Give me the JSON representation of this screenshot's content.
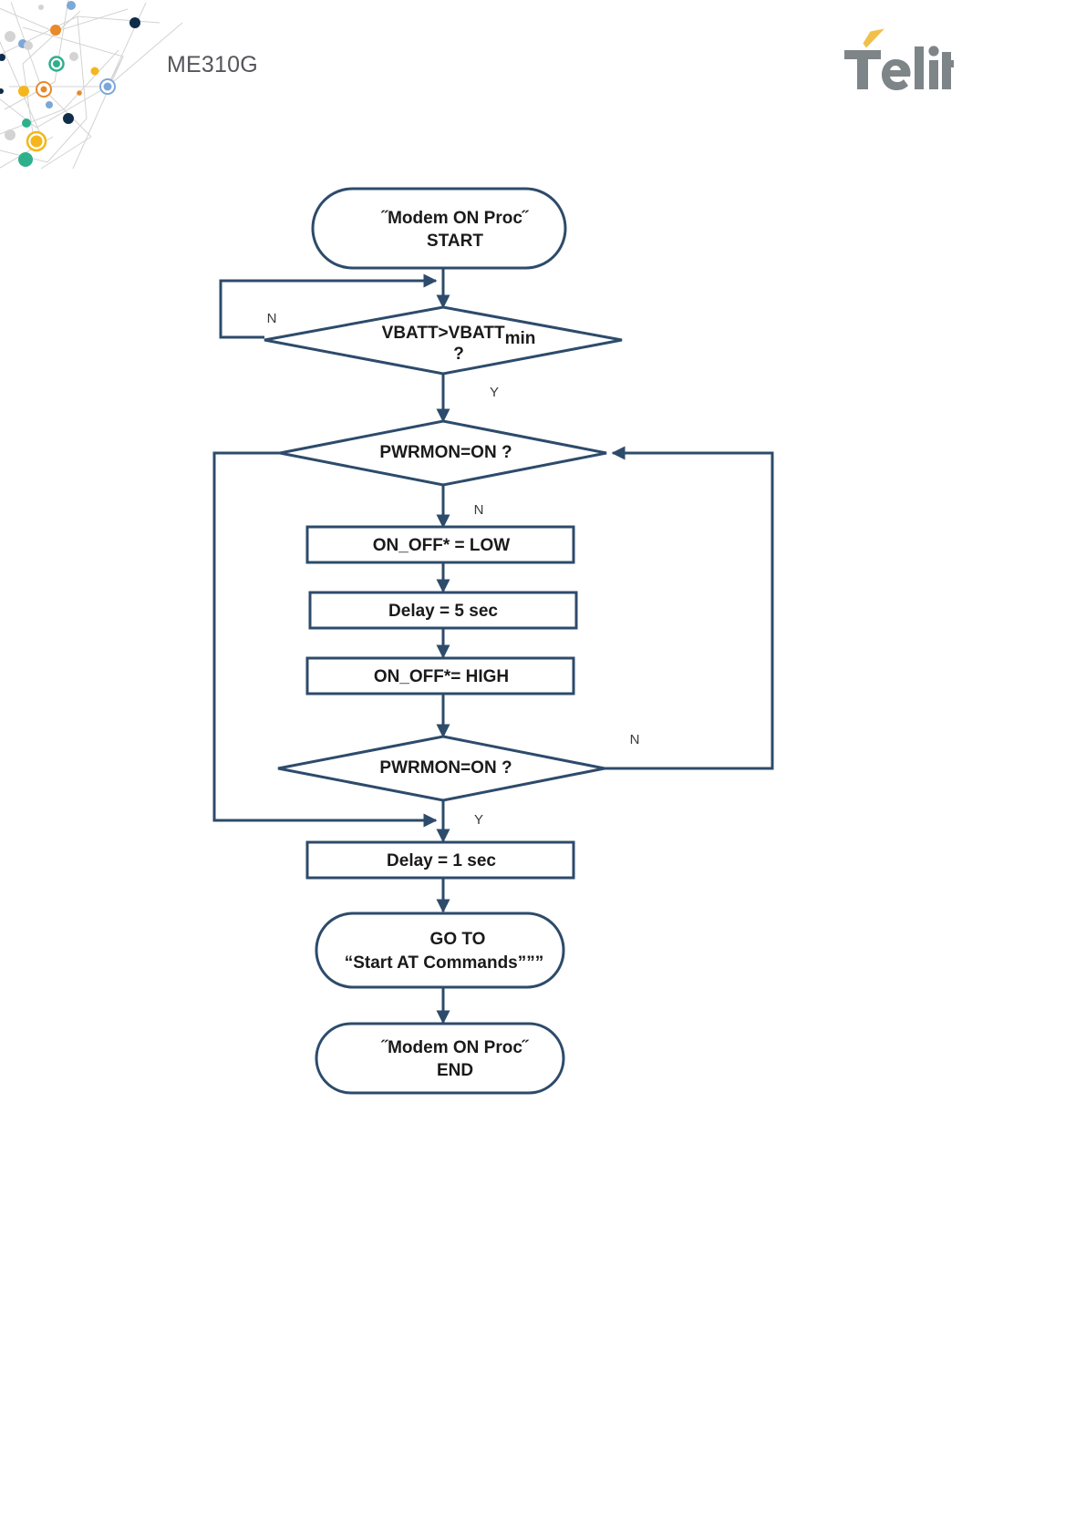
{
  "header": {
    "model": "ME310G",
    "brand": "Telit",
    "brand_color": "#7e8589",
    "brand_accent_color": "#f0c04a",
    "decoration_icon": "network-nodes-graphic"
  },
  "theme": {
    "line_color": "#2d4b6b",
    "shape_fill": "#ffffff",
    "text_color": "#1a1a1a",
    "page_background": "#ffffff"
  },
  "diagram": {
    "type": "flowchart",
    "title": "Modem ON Procedure",
    "nodes": [
      {
        "id": "start",
        "shape": "terminator",
        "lines": [
          "˝Modem ON Proc˝",
          "START"
        ]
      },
      {
        "id": "vbatt-check",
        "shape": "decision",
        "lines": [
          "VBATT>VBATT",
          "?"
        ],
        "subscript": "min"
      },
      {
        "id": "pwrmon-check-1",
        "shape": "decision",
        "lines": [
          "PWRMON=ON ?"
        ]
      },
      {
        "id": "on-off-low",
        "shape": "process",
        "lines": [
          "ON_OFF* = LOW"
        ]
      },
      {
        "id": "delay-5-sec",
        "shape": "process",
        "lines": [
          "Delay = 5 sec"
        ]
      },
      {
        "id": "on-off-high",
        "shape": "process",
        "lines": [
          "ON_OFF*= HIGH"
        ]
      },
      {
        "id": "pwrmon-check-2",
        "shape": "decision",
        "lines": [
          "PWRMON=ON ?"
        ]
      },
      {
        "id": "delay-1-sec",
        "shape": "process",
        "lines": [
          "Delay = 1 sec"
        ]
      },
      {
        "id": "goto-at-commands",
        "shape": "terminator",
        "lines": [
          "GO TO",
          "“Start AT Commands”””"
        ]
      },
      {
        "id": "end",
        "shape": "terminator",
        "lines": [
          "˝Modem ON Proc˝",
          "END"
        ]
      }
    ],
    "branch_labels": {
      "vbatt_no": "N",
      "vbatt_yes": "Y",
      "pwrmon1_no": "N",
      "pwrmon2_no": "N",
      "pwrmon2_yes": "Y"
    },
    "edges": [
      {
        "from": "start",
        "to": "vbatt-check",
        "label": ""
      },
      {
        "from": "vbatt-check",
        "to": "vbatt-check",
        "label": "N"
      },
      {
        "from": "vbatt-check",
        "to": "pwrmon-check-1",
        "label": "Y"
      },
      {
        "from": "pwrmon-check-1",
        "to": "on-off-low",
        "label": "N"
      },
      {
        "from": "on-off-low",
        "to": "delay-5-sec",
        "label": ""
      },
      {
        "from": "delay-5-sec",
        "to": "on-off-high",
        "label": ""
      },
      {
        "from": "on-off-high",
        "to": "pwrmon-check-2",
        "label": ""
      },
      {
        "from": "pwrmon-check-2",
        "to": "pwrmon-check-1",
        "label": "N"
      },
      {
        "from": "pwrmon-check-2",
        "to": "delay-1-sec",
        "label": "Y"
      },
      {
        "from": "pwrmon-check-1",
        "to": "delay-1-sec",
        "label": ""
      },
      {
        "from": "delay-1-sec",
        "to": "goto-at-commands",
        "label": ""
      },
      {
        "from": "goto-at-commands",
        "to": "end",
        "label": ""
      }
    ]
  }
}
